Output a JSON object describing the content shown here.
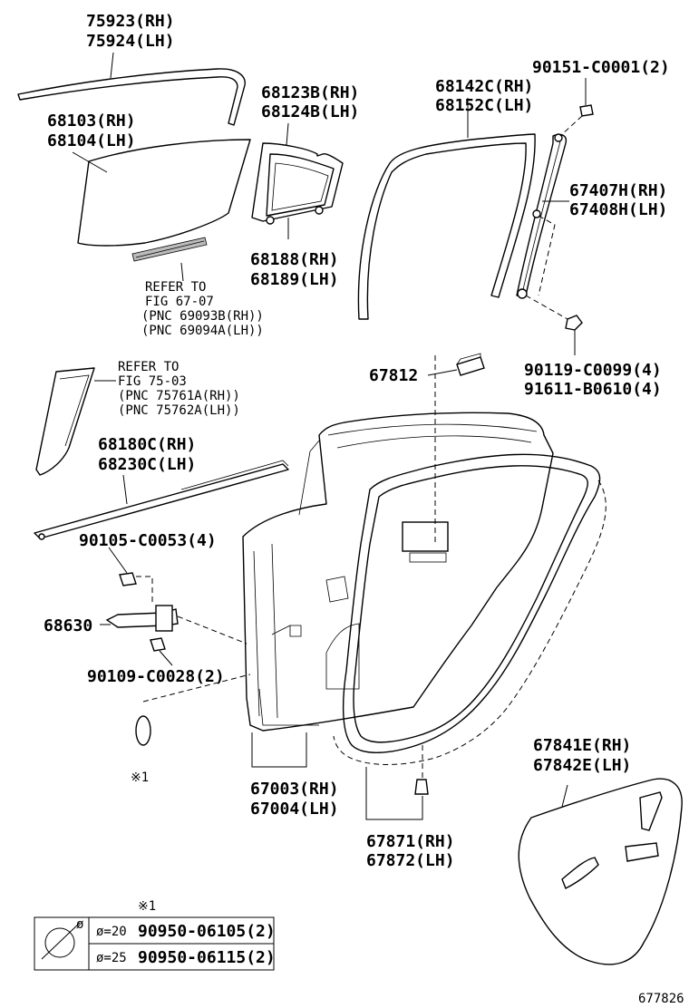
{
  "labels": {
    "p75923": "75923(RH)",
    "p75924": "75924(LH)",
    "p68103": "68103(RH)",
    "p68104": "68104(LH)",
    "p68123b": "68123B(RH)",
    "p68124b": "68124B(LH)",
    "p68188": "68188(RH)",
    "p68189": "68189(LH)",
    "p68142c": "68142C(RH)",
    "p68152c": "68152C(LH)",
    "p90151": "90151-C0001(2)",
    "p67407h": "67407H(RH)",
    "p67408h": "67408H(LH)",
    "p90119": "90119-C0099(4)",
    "p91611": "91611-B0610(4)",
    "p67812": "67812",
    "p68180c": "68180C(RH)",
    "p68230c": "68230C(LH)",
    "p90105": "90105-C0053(4)",
    "p68630": "68630",
    "p90109": "90109-C0028(2)",
    "p67003": "67003(RH)",
    "p67004": "67004(LH)",
    "p67871": "67871(RH)",
    "p67872": "67872(LH)",
    "p67841e": "67841E(RH)",
    "p67842e": "67842E(LH)",
    "note_mark": "※1"
  },
  "refs": {
    "ref1_line1": "REFER TO",
    "ref1_line2": "FIG 67-07",
    "ref1_line3": "(PNC 69093B(RH))",
    "ref1_line4": "(PNC 69094A(LH))",
    "ref2_line1": "REFER TO",
    "ref2_line2": "FIG 75-03",
    "ref2_line3": "(PNC 75761A(RH))",
    "ref2_line4": "(PNC 75762A(LH))"
  },
  "legend": {
    "title": "※1",
    "rows": [
      {
        "size": "ø=20",
        "part": "90950-06105(2)"
      },
      {
        "size": "ø=25",
        "part": "90950-06115(2)"
      }
    ]
  },
  "figure_id": "677826"
}
